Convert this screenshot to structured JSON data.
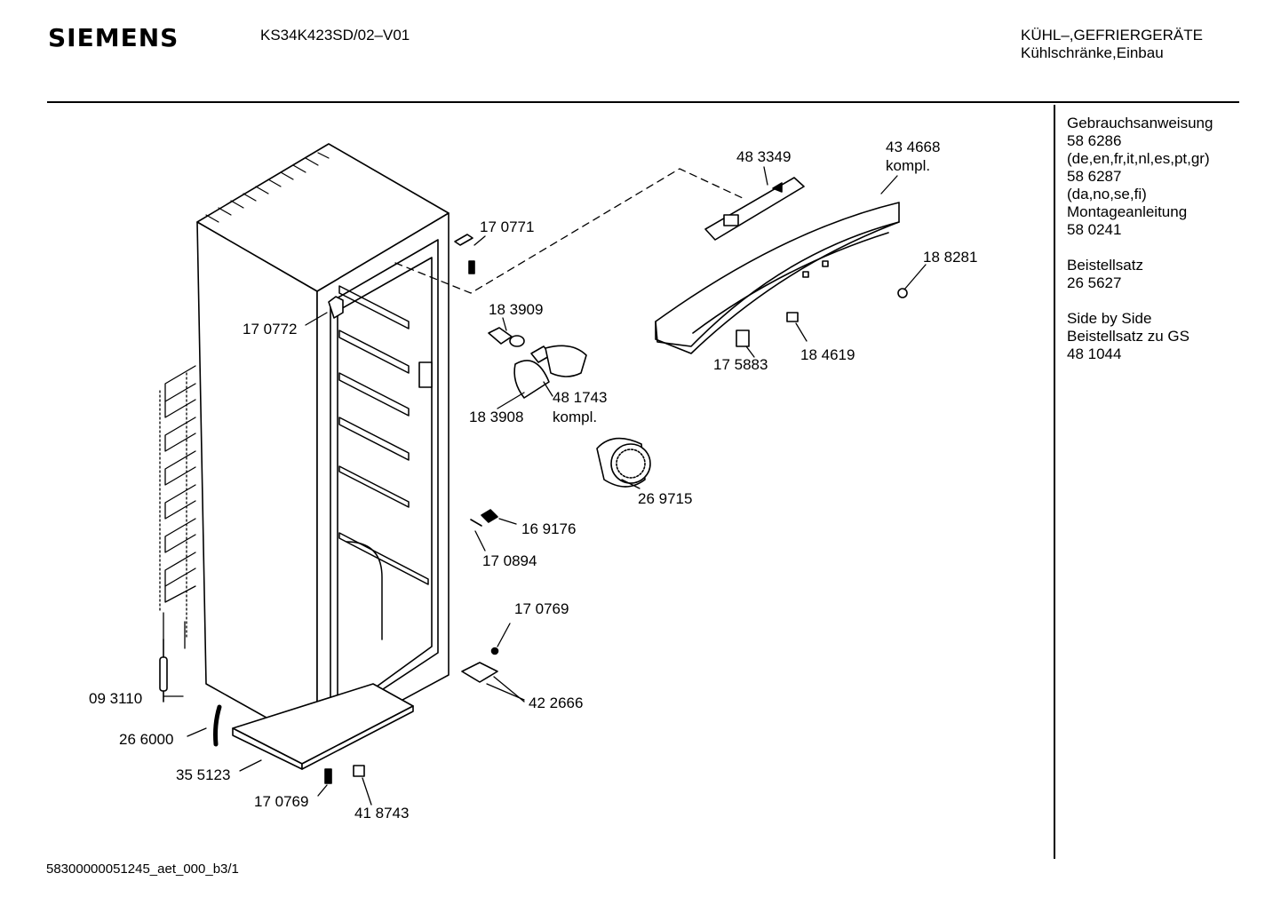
{
  "header": {
    "brand": "SIEMENS",
    "model": "KS34K423SD/02–V01",
    "category_line1": "KÜHL–,GEFRIERGERÄTE",
    "category_line2": "Kühlschränke,Einbau"
  },
  "sidebar": {
    "groups": [
      {
        "lines": [
          "Gebrauchsanweisung",
          "58 6286",
          "(de,en,fr,it,nl,es,pt,gr)",
          "58 6287",
          "(da,no,se,fi)",
          "Montageanleitung",
          "58 0241"
        ]
      },
      {
        "lines": [
          "Beistellsatz",
          "26 5627"
        ]
      },
      {
        "lines": [
          "Side by Side",
          "Beistellsatz zu GS",
          "48 1044"
        ]
      }
    ]
  },
  "parts": {
    "p483349": "48 3349",
    "p434668": "43 4668",
    "p434668_note": "kompl.",
    "p170771": "17 0771",
    "p188281": "18 8281",
    "p170772": "17 0772",
    "p183909": "18 3909",
    "p175883": "17 5883",
    "p184619": "18 4619",
    "p481743": "48 1743",
    "p481743_note": "kompl.",
    "p183908": "18 3908",
    "p269715": "26 9715",
    "p169176": "16 9176",
    "p170894": "17 0894",
    "p170769a": "17 0769",
    "p422666": "42 2666",
    "p093110": "09 3110",
    "p266000": "26 6000",
    "p355123": "35 5123",
    "p170769b": "17 0769",
    "p418743": "41 8743"
  },
  "footer": {
    "code": "58300000051245_aet_000_b3/1"
  }
}
